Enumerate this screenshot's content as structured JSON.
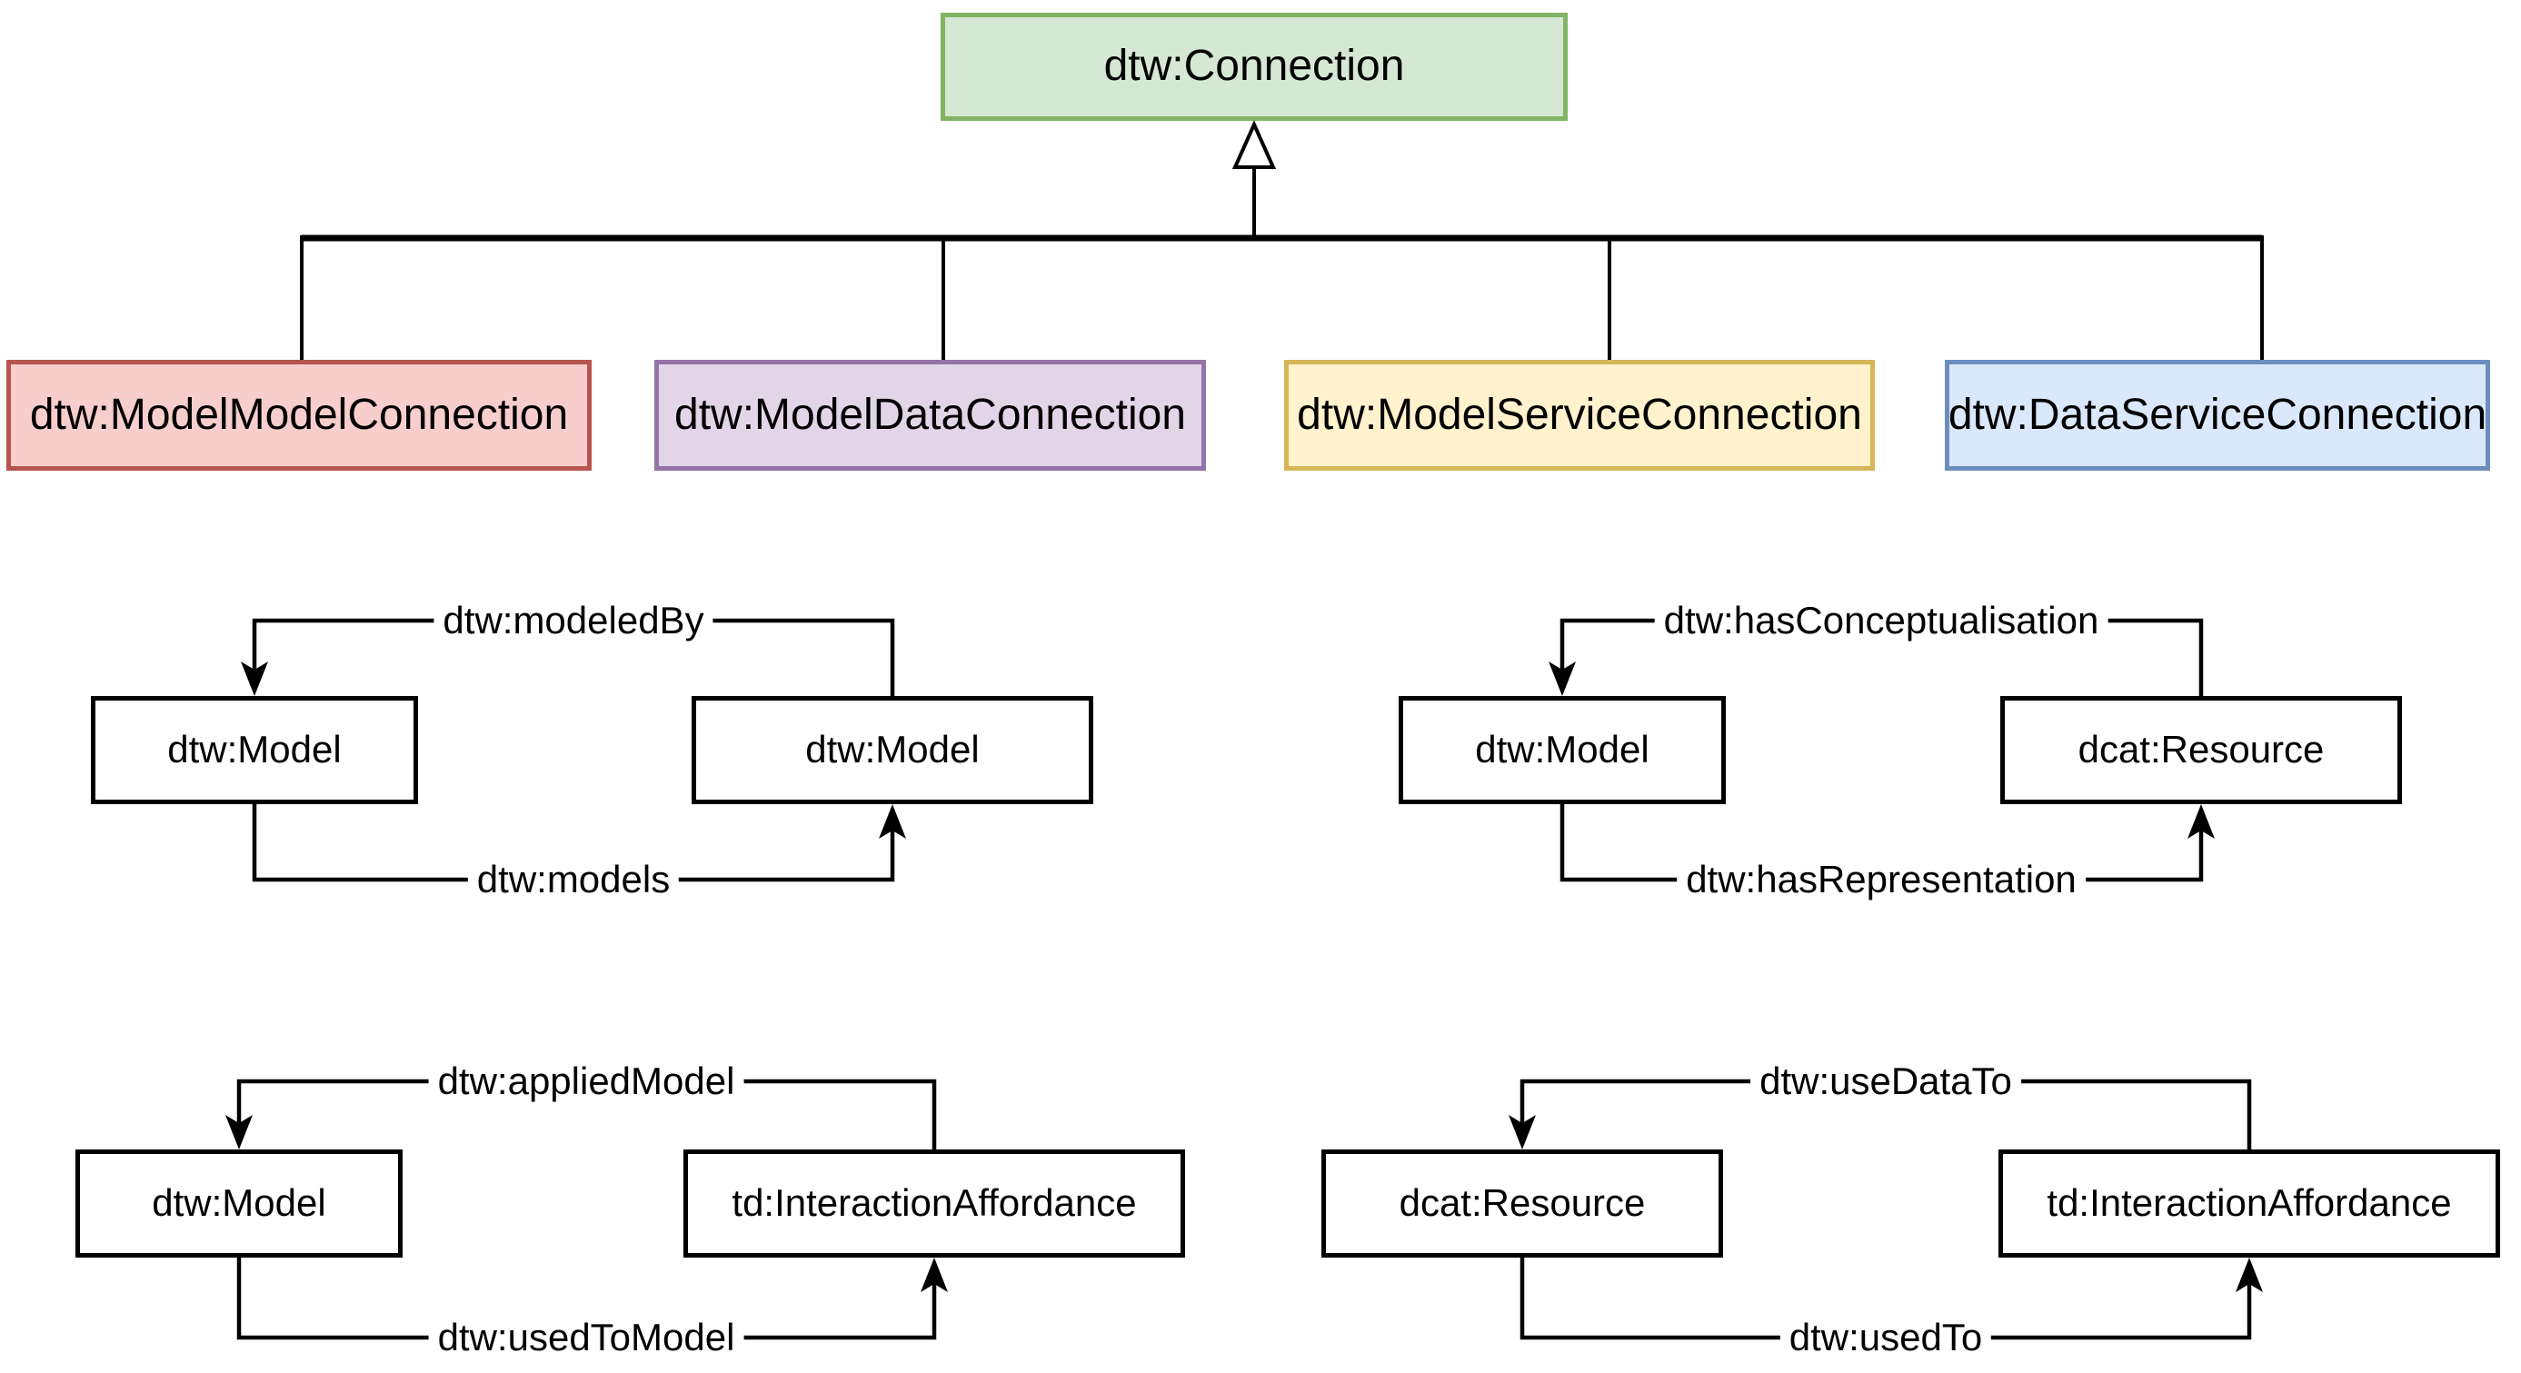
{
  "root_class": {
    "label": "dtw:Connection",
    "fill": "#d5e8d4",
    "stroke": "#82b366"
  },
  "subclasses": [
    {
      "label": "dtw:ModelModelConnection",
      "fill": "#f8cecc",
      "stroke": "#b85450"
    },
    {
      "label": "dtw:ModelDataConnection",
      "fill": "#e1d5e7",
      "stroke": "#9673a6"
    },
    {
      "label": "dtw:ModelServiceConnection",
      "fill": "#fff2cc",
      "stroke": "#d6b656"
    },
    {
      "label": "dtw:DataServiceConnection",
      "fill": "#dae8fc",
      "stroke": "#6c8ebf"
    }
  ],
  "relations": [
    {
      "left_class": "dtw:Model",
      "right_class": "dtw:Model",
      "top_property": "dtw:modeledBy",
      "bottom_property": "dtw:models"
    },
    {
      "left_class": "dtw:Model",
      "right_class": "dcat:Resource",
      "top_property": "dtw:hasConceptualisation",
      "bottom_property": "dtw:hasRepresentation"
    },
    {
      "left_class": "dtw:Model",
      "right_class": "td:InteractionAffordance",
      "top_property": "dtw:appliedModel",
      "bottom_property": "dtw:usedToModel"
    },
    {
      "left_class": "dcat:Resource",
      "right_class": "td:InteractionAffordance",
      "top_property": "dtw:useDataTo",
      "bottom_property": "dtw:usedTo"
    }
  ],
  "edge_colors": {
    "line": "#000000",
    "generalization_fill": "#ffffff"
  }
}
